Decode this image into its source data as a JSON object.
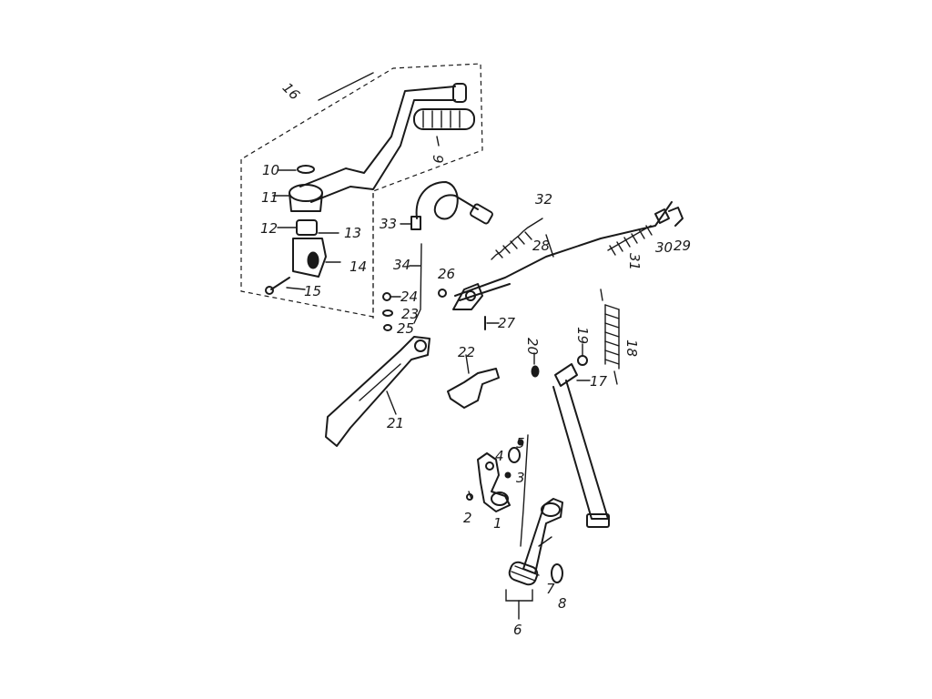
{
  "labels": {
    "p1": "1",
    "p2": "2",
    "p3": "3",
    "p4": "4",
    "p5": "5",
    "p6": "6",
    "p7": "7",
    "p8": "8",
    "p9": "9",
    "p10": "10",
    "p11": "11",
    "p12": "12",
    "p13": "13",
    "p14": "14",
    "p15": "15",
    "p16": "16",
    "p17": "17",
    "p18": "18",
    "p19": "19",
    "p20": "20",
    "p21": "21",
    "p22": "22",
    "p23": "23",
    "p24": "24",
    "p25": "25",
    "p26": "26",
    "p27": "27",
    "p28": "28",
    "p29": "29",
    "p30": "30",
    "p31": "31",
    "p32": "32",
    "p33": "33",
    "p34": "34"
  }
}
